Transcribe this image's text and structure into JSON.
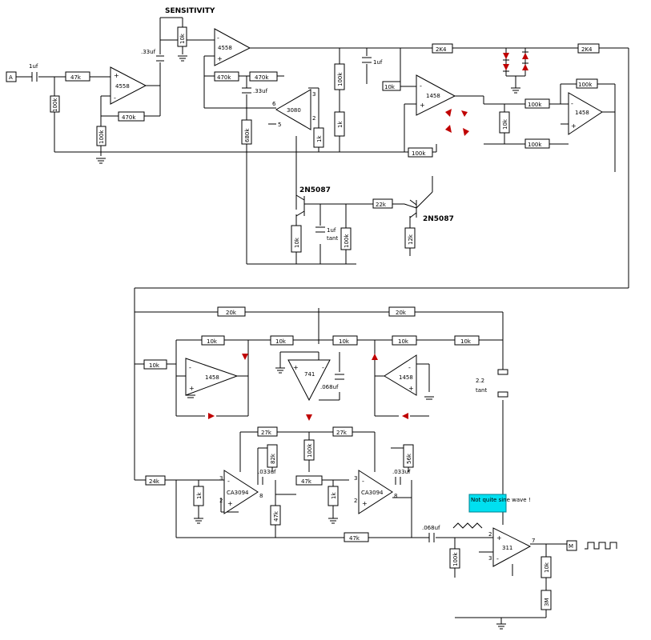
{
  "labels": {
    "sensitivity": "SENSITIVITY",
    "input_terminal": "A",
    "output_terminal": "M",
    "sine_note": "Not quite sine wave !",
    "tant": "tant",
    "tant2": "tant"
  },
  "opamps": {
    "u1": "4558",
    "u2": "4558",
    "u3": "3080",
    "u4": "1458",
    "u5": "1458",
    "u6": "1458",
    "u7": "741",
    "u8": "1458",
    "u9": "CA3094",
    "u10": "CA3094",
    "u11": "311"
  },
  "transistors": {
    "q1": "2N5087",
    "q2": "2N5087"
  },
  "values": {
    "c_in": "1uf",
    "r_47k": "47k",
    "r_100k_in": "100k",
    "r_470k_fb": "470k",
    "r_100k_gnd": "100k",
    "c_33": ".33uf",
    "r_10k_sens": "10k",
    "r_470k_a": "470k",
    "r_470k_b": "470k",
    "c_33b": ".33uf",
    "r_680": "680k",
    "r_100k_v": "100k",
    "r_1k_v": "1k",
    "c_1uf": "1uf",
    "r_2k4_a": "2K4",
    "r_2k4_b": "2K4",
    "r_10k_h": "10k",
    "r_1k_v2": "1k",
    "r_100k_h": "100k",
    "r_10k_v": "10k",
    "r_100k_top": "100k",
    "r_100k_bot": "100k",
    "r_100k_long": "100k",
    "r_22k": "22k",
    "r_10k_q": "10k",
    "c_1uf_tant": "1uf",
    "r_100k_q": "100k",
    "r_12k": "12k",
    "r_20k_a": "20k",
    "r_20k_b": "20k",
    "r_10k_a": "10k",
    "r_10k_b": "10k",
    "r_10k_c": "10k",
    "r_10k_d": "10k",
    "r_10k_e": "10k",
    "r_10k_f": "10k",
    "c_068": ".068uf",
    "c_221": "2.2",
    "r_27k_a": "27k",
    "r_27k_b": "27k",
    "r_24k": "24k",
    "r_1k_a": "1k",
    "r_47k_a": "47k",
    "c_033_a": ".033uf",
    "r_82k_a": "82k",
    "r_100k_mid": "100k",
    "r_47k_b": "47k",
    "r_1k_b": "1k",
    "c_033_b": ".033uf",
    "r_56k": "56k",
    "r_47k_c": "47k",
    "c_068b": ".068uf",
    "r_100k_cmp": "100k",
    "r_10k_out": "10k",
    "r_3m": "3M"
  }
}
